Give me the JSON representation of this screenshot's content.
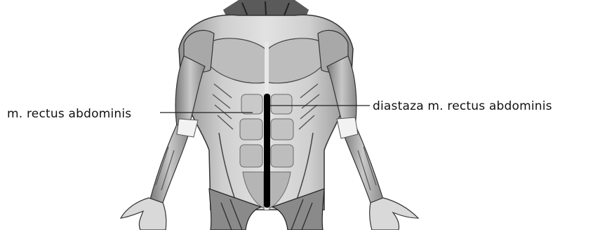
{
  "labels": {
    "left": "m. rectus abdominis",
    "right": "diastaza m. rectus abdominis"
  },
  "colors": {
    "figure_fill": "#d4d4d4",
    "figure_shade": "#9a9a9a",
    "figure_dark": "#3c3c3c",
    "marker": "#000000",
    "leader": "#222222"
  },
  "icons": {
    "figure": "muscle-anatomy-figure"
  }
}
